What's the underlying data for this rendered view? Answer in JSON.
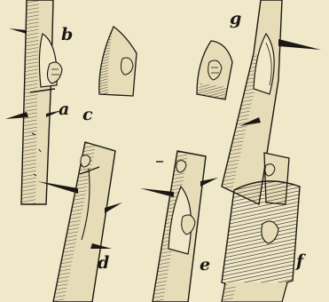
{
  "figure": {
    "labels": {
      "a": "a",
      "b": "b",
      "c": "c",
      "d": "d",
      "e": "e",
      "f": "f",
      "g": "g"
    }
  },
  "colors": {
    "paper": "#efe8c9",
    "ink": "#1c1712",
    "bark_fill": "#e6dcb8"
  }
}
